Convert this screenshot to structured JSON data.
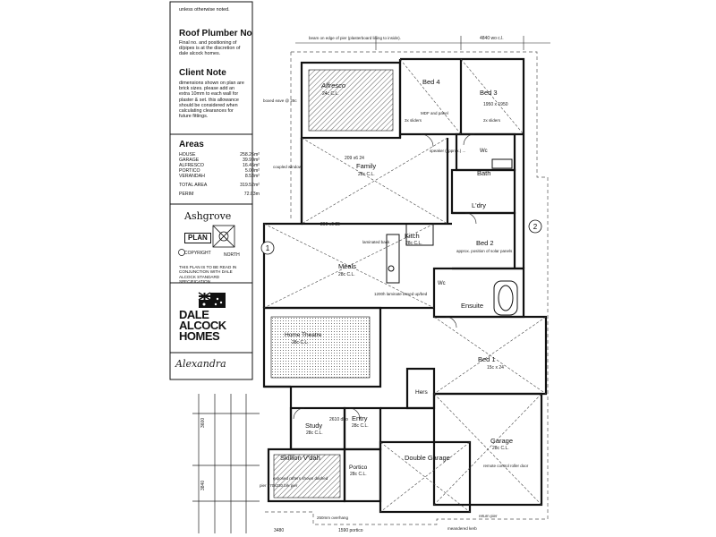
{
  "header_note": "unless otherwise noted.",
  "roof_plumber": {
    "title": "Roof Plumber No",
    "text": "Final no. and positioning of d/pipes is at the discretion of dale alcock homes."
  },
  "client_note": {
    "title": "Client Note",
    "text": "dimensions shown on plan are brick sizes. please add an extra 10mm to each wall for plaster & set. this allowance should be considered when calculating clearances for future fittings."
  },
  "areas": {
    "title": "Areas",
    "rows": [
      {
        "label": "HOUSE",
        "value": "258.26m²"
      },
      {
        "label": "GARAGE",
        "value": "39.99m²"
      },
      {
        "label": "ALFRESCO",
        "value": "16.45m²"
      },
      {
        "label": "PORTICO",
        "value": "5.00m²"
      },
      {
        "label": "VERANDAH",
        "value": "8.53m²"
      }
    ],
    "total": {
      "label": "TOTAL AREA",
      "value": "319.52m²"
    },
    "perim": {
      "label": "PERIM",
      "value": "72.03m"
    }
  },
  "design_name": "Ashgrove",
  "plan_label": "PLAN",
  "copyright": "COPYRIGHT",
  "north": "NORTH",
  "standard_note": "THIS PLAN IS TO BE READ IN CONJUNCTION WITH DALE ALCOCK STANDARD SPECIFICATION.",
  "logo": {
    "line1": "DALE",
    "line2": "ALCOCK",
    "line3": "HOMES"
  },
  "signature": "Alexandra",
  "grid_markers": [
    "1",
    "2"
  ],
  "rooms": {
    "alfresco": "Alfresco",
    "alfresco_c": "24c C.L.",
    "bed4": "Bed 4",
    "bed3": "Bed 3",
    "bed2": "Bed 2",
    "bed1": "Bed 1",
    "family": "Family",
    "family_c": "28c C.L.",
    "kitch": "Kitch",
    "kitch_c": "28c C.L.",
    "meals": "Meals",
    "meals_c": "28c C.L.",
    "bath": "Bath",
    "lndry": "L'dry",
    "wc1": "Wc",
    "wc2": "Wc",
    "ensuite": "Ensuite",
    "hers": "Hers",
    "theatre": "Home Theatre",
    "theatre_c": "28c C.L.",
    "study": "Study",
    "study_c": "28c C.L.",
    "entry": "Entry",
    "entry_c": "28c C.L.",
    "garage": "Garage",
    "garage_c": "28c C.L.",
    "double_garage": "Double Garage",
    "skillion": "Skillion V'dah",
    "portico": "Portico",
    "portico_c": "28c C.L."
  },
  "notes": {
    "tiling": "beam on edge of pier (plasterboard lining to inside).",
    "boxed_eave": "boxed eave @ 28c",
    "stripped": "coupled window",
    "laminated": "laminated back",
    "bulkhead": "1200h laminate boxed up/bed",
    "sliders": "3x sliders",
    "mdf": "MDF and panel",
    "speaker": "speaker (approx.) ...",
    "solar": "approx. position of solar panels",
    "roller_door": "remote control roller door",
    "pier": "pier 470x230 brk pier",
    "exposed": "exposed rafters shown dashed",
    "meandered": "meandered kerb",
    "overhang": "250mm overhang",
    "return": "return pier",
    "sliding": "2x sliders"
  },
  "dims": {
    "top_overall": "4840 wo c.l.",
    "left_3600": "3600",
    "left_3840": "3840",
    "bottom_3480": "3480",
    "bottom_1590": "1590 portico",
    "meals_size": "290 x6 25",
    "family_size": "209 x6 24",
    "garage_size": "1950 x 1950",
    "bed1_size": "15c x 24",
    "study_size": "2610 dho"
  }
}
